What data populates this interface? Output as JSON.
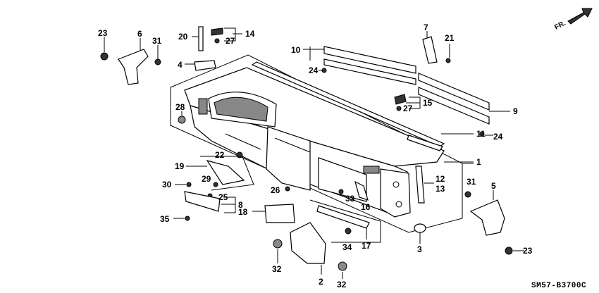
{
  "diagram": {
    "direction_label": "FR.",
    "drawing_code": "SM57-B3700C",
    "callouts": {
      "c1": "1",
      "c2": "2",
      "c3": "3",
      "c4": "4",
      "c5": "5",
      "c6": "6",
      "c7": "7",
      "c8": "8",
      "c9": "9",
      "c10": "10",
      "c11": "11",
      "c12": "12",
      "c13": "13",
      "c14": "14",
      "c15": "15",
      "c16": "16",
      "c17": "17",
      "c18": "18",
      "c19": "19",
      "c20": "20",
      "c21": "21",
      "c22": "22",
      "c23a": "23",
      "c23b": "23",
      "c24a": "24",
      "c24b": "24",
      "c25": "25",
      "c26": "26",
      "c27a": "27",
      "c27b": "27",
      "c28": "28",
      "c29": "29",
      "c30": "30",
      "c31a": "31",
      "c31b": "31",
      "c32a": "32",
      "c32b": "32",
      "c33": "33",
      "c34": "34",
      "c35": "35"
    }
  }
}
